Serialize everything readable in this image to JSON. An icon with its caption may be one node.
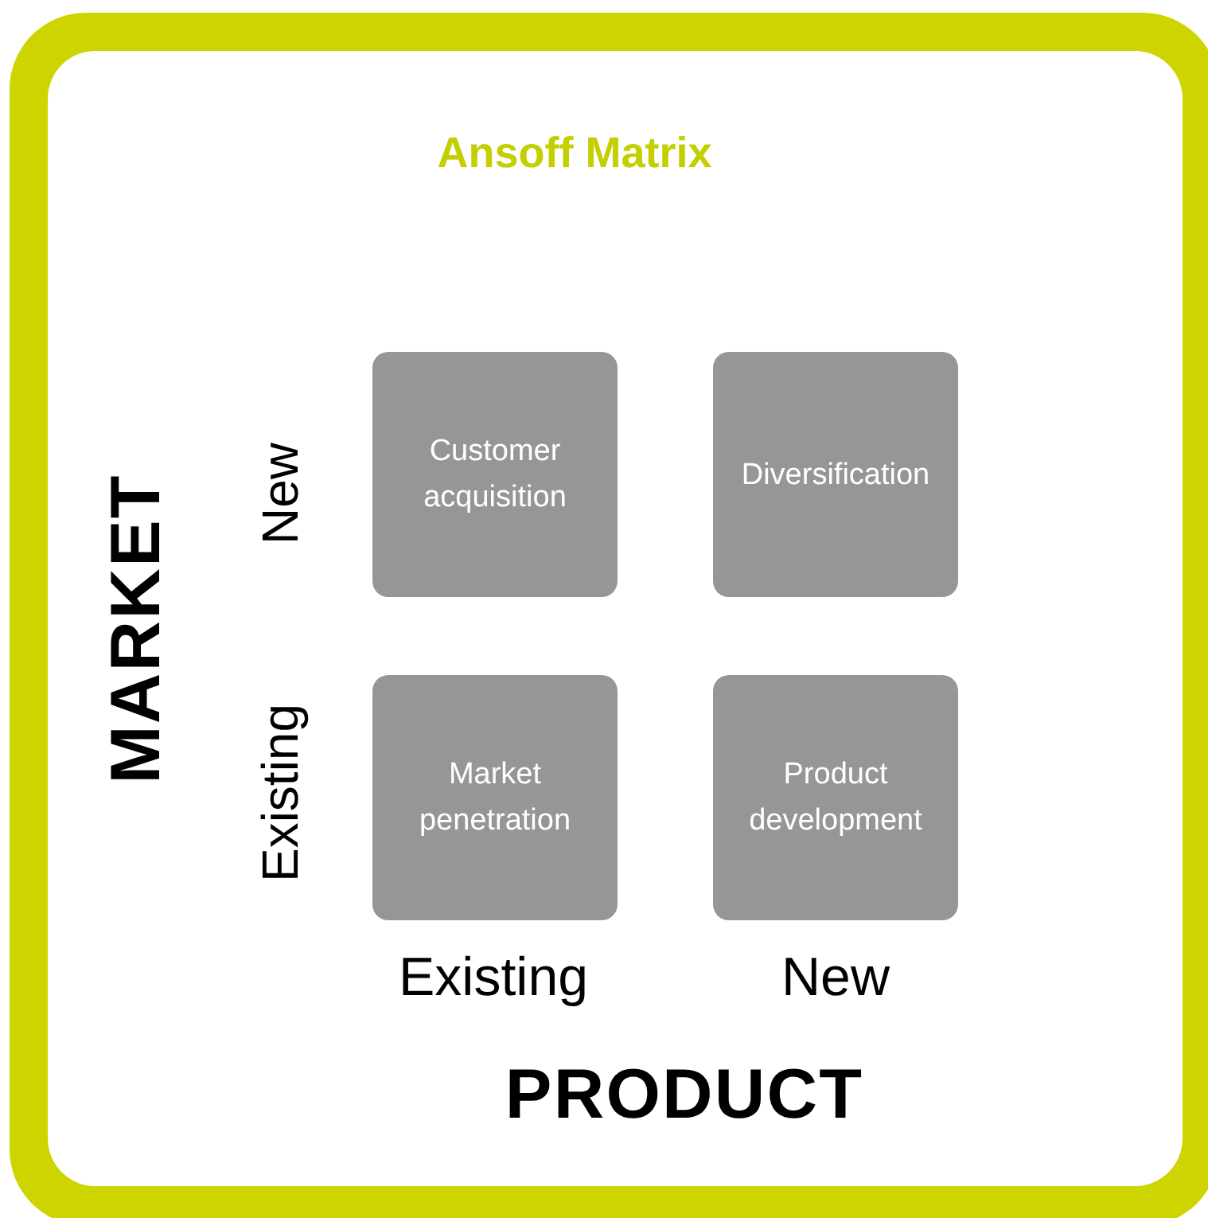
{
  "diagram": {
    "title": "Ansoff Matrix",
    "nodes": [
      {
        "text": [
          "Customer acquisition"
        ]
      },
      {
        "text": [
          "Diversification"
        ]
      },
      {
        "text": [
          "Market penetration"
        ]
      },
      {
        "text": [
          "Product development"
        ]
      }
    ],
    "labels": [
      "MARKET",
      "New",
      "Existing",
      "Existing",
      "New",
      "PRODUCT"
    ]
  }
}
